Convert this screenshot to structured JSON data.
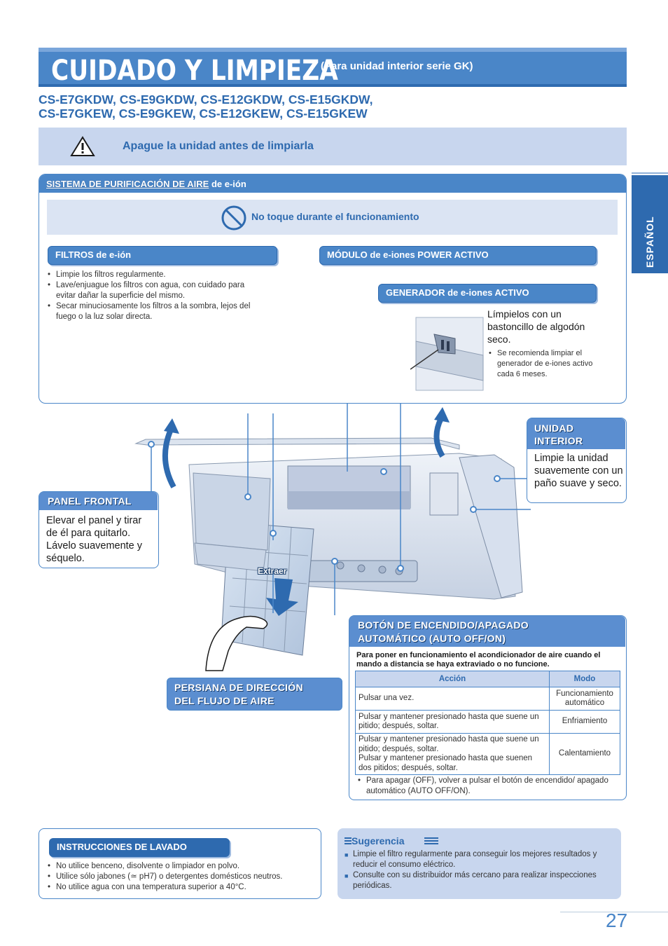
{
  "header": {
    "title": "CUIDADO Y LIMPIEZA",
    "subtitle": "(Para unidad interior serie GK)"
  },
  "models": {
    "line1": "CS-E7GKDW, CS-E9GKDW, CS-E12GKDW, CS-E15GKDW,",
    "line2": "CS-E7GKEW, CS-E9GKEW, CS-E12GKEW, CS-E15GKEW"
  },
  "warning": "Apague la unidad antes de limpiarla",
  "side_tab": "ESPAÑOL",
  "purification": {
    "heading_caps": "SISTEMA DE PURIFICACIÓN DE AIRE",
    "heading_rest": " de e-ión",
    "no_touch": "No toque durante el funcionamiento",
    "filters_label": "FILTROS de e-ión",
    "filters_bullets": [
      "Limpie los filtros regularmente.",
      "Lave/enjuague los filtros con agua, con cuidado para evitar dañar la superficie del mismo.",
      "Secar minuciosamente los filtros a la sombra, lejos del fuego o la luz solar directa."
    ],
    "module_label": "MÓDULO de e-iones POWER ACTIVO",
    "generator_label": "GENERADOR de e-iones ACTIVO",
    "generator_text": "Límpielos con un bastoncillo de algodón seco.",
    "generator_bullet": "Se recomienda limpiar el generador de e-iones activo cada 6 meses."
  },
  "indoor_unit": {
    "heading": "UNIDAD INTERIOR",
    "text": "Limpie la unidad suavemente con un paño suave y seco."
  },
  "front_panel": {
    "heading": "PANEL FRONTAL",
    "text": "Elevar el panel y tirar de él para quitarlo. Lávelo suavemente y séquelo."
  },
  "extract_label": "Extraer",
  "louver": {
    "heading_l1": "PERSIANA DE DIRECCIÓN",
    "heading_l2": "DEL FLUJO DE AIRE"
  },
  "auto_button": {
    "heading_l1": "BOTÓN DE ENCENDIDO/APAGADO",
    "heading_l2": "AUTOMÁTICO (AUTO OFF/ON)",
    "intro": "Para poner en funcionamiento el acondicionador de aire cuando el mando a distancia se haya extraviado o no funcione.",
    "col_action": "Acción",
    "col_mode": "Modo",
    "rows": [
      {
        "action": "Pulsar una vez.",
        "mode": "Funcionamiento automático"
      },
      {
        "action": "Pulsar y mantener presionado hasta que suene un pitido; después, soltar.",
        "mode": "Enfriamiento"
      },
      {
        "action": "Pulsar y mantener presionado hasta que suene un pitido; después, soltar.",
        "action2": "Pulsar y mantener presionado hasta que suenen dos pitidos; después, soltar.",
        "mode": "Calentamiento"
      }
    ],
    "note": "Para apagar (OFF), volver a pulsar el botón de encendido/ apagado automático (AUTO OFF/ON)."
  },
  "washing": {
    "heading": "INSTRUCCIONES DE LAVADO",
    "bullets": [
      "No utilice benceno, disolvente o limpiador en polvo.",
      "Utilice sólo jabones (≃ pH7) o detergentes domésticos neutros.",
      "No utilice agua con una temperatura superior a 40°C."
    ]
  },
  "suggestion": {
    "heading": "Sugerencia",
    "bullets": [
      "Limpie el filtro regularmente para conseguir los mejores resultados y reducir el consumo eléctrico.",
      "Consulte con su distribuidor más cercano para realizar inspecciones periódicas."
    ]
  },
  "page_number": "27",
  "colors": {
    "primary": "#4a86c8",
    "dark": "#2e6aaf",
    "light": "#c8d6ee"
  }
}
